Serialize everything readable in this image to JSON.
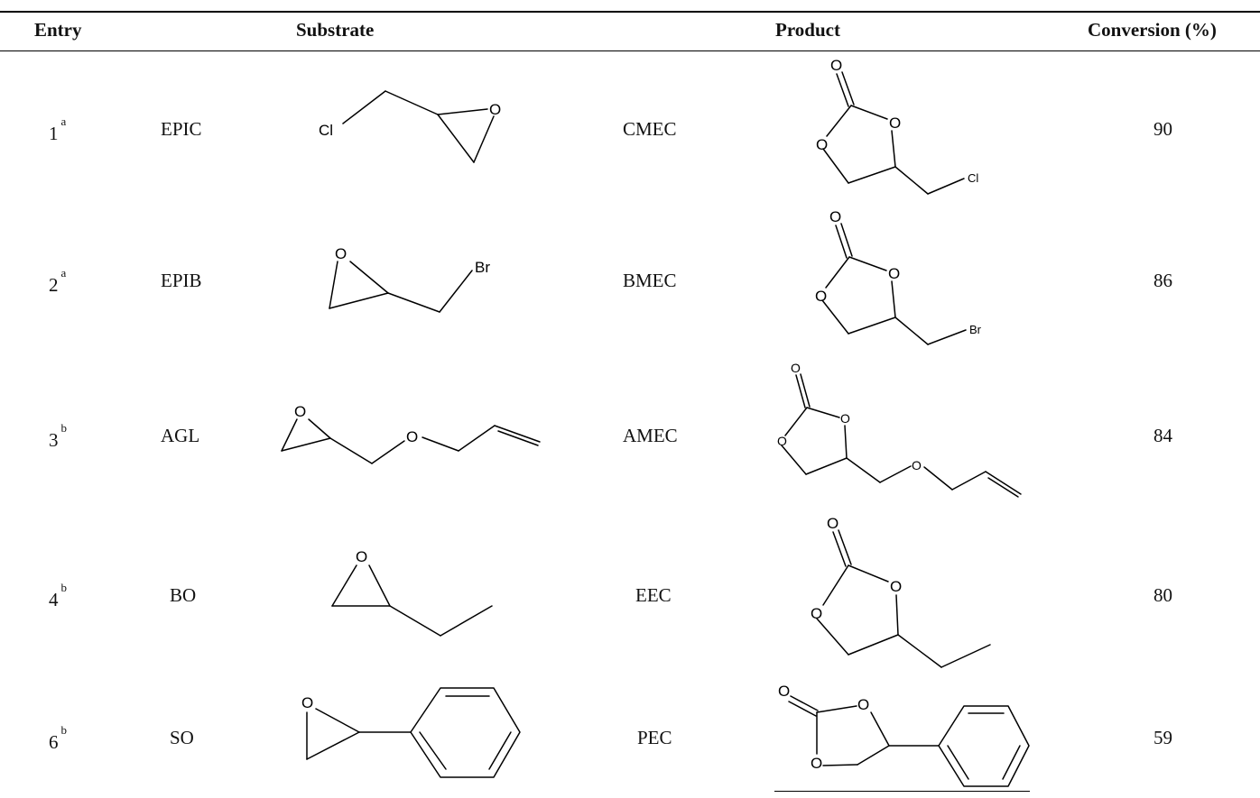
{
  "table": {
    "headers": {
      "entry": "Entry",
      "substrate": "Substrate",
      "product": "Product",
      "conversion": "Conversion (%)"
    },
    "rows": [
      {
        "entry": "1",
        "note": "a",
        "substrate": "EPIC",
        "product": "CMEC",
        "conversion": "90"
      },
      {
        "entry": "2",
        "note": "a",
        "substrate": "EPIB",
        "product": "BMEC",
        "conversion": "86"
      },
      {
        "entry": "3",
        "note": "b",
        "substrate": "AGL",
        "product": "AMEC",
        "conversion": "84"
      },
      {
        "entry": "4",
        "note": "b",
        "substrate": "BO",
        "product": "EEC",
        "conversion": "80"
      },
      {
        "entry": "6",
        "note": "b",
        "substrate": "SO",
        "product": "PEC",
        "conversion": "59"
      }
    ]
  },
  "atom_labels": {
    "o": "O",
    "cl": "Cl",
    "br": "Br"
  }
}
